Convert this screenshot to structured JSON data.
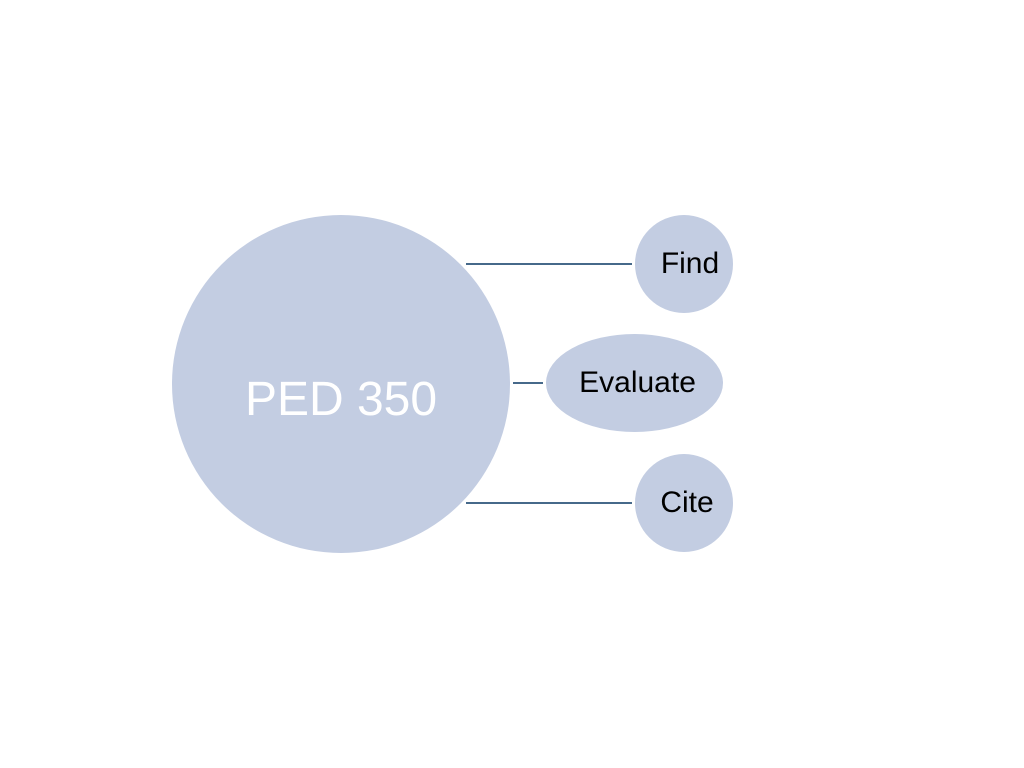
{
  "colors": {
    "node_fill": "#c3cde2",
    "connector": "#46698a",
    "hub_text": "#ffffff",
    "satellite_text": "#000000"
  },
  "diagram": {
    "hub": {
      "label": "PED 350"
    },
    "satellites": [
      {
        "label": "Find"
      },
      {
        "label": "Evaluate"
      },
      {
        "label": "Cite"
      }
    ]
  }
}
